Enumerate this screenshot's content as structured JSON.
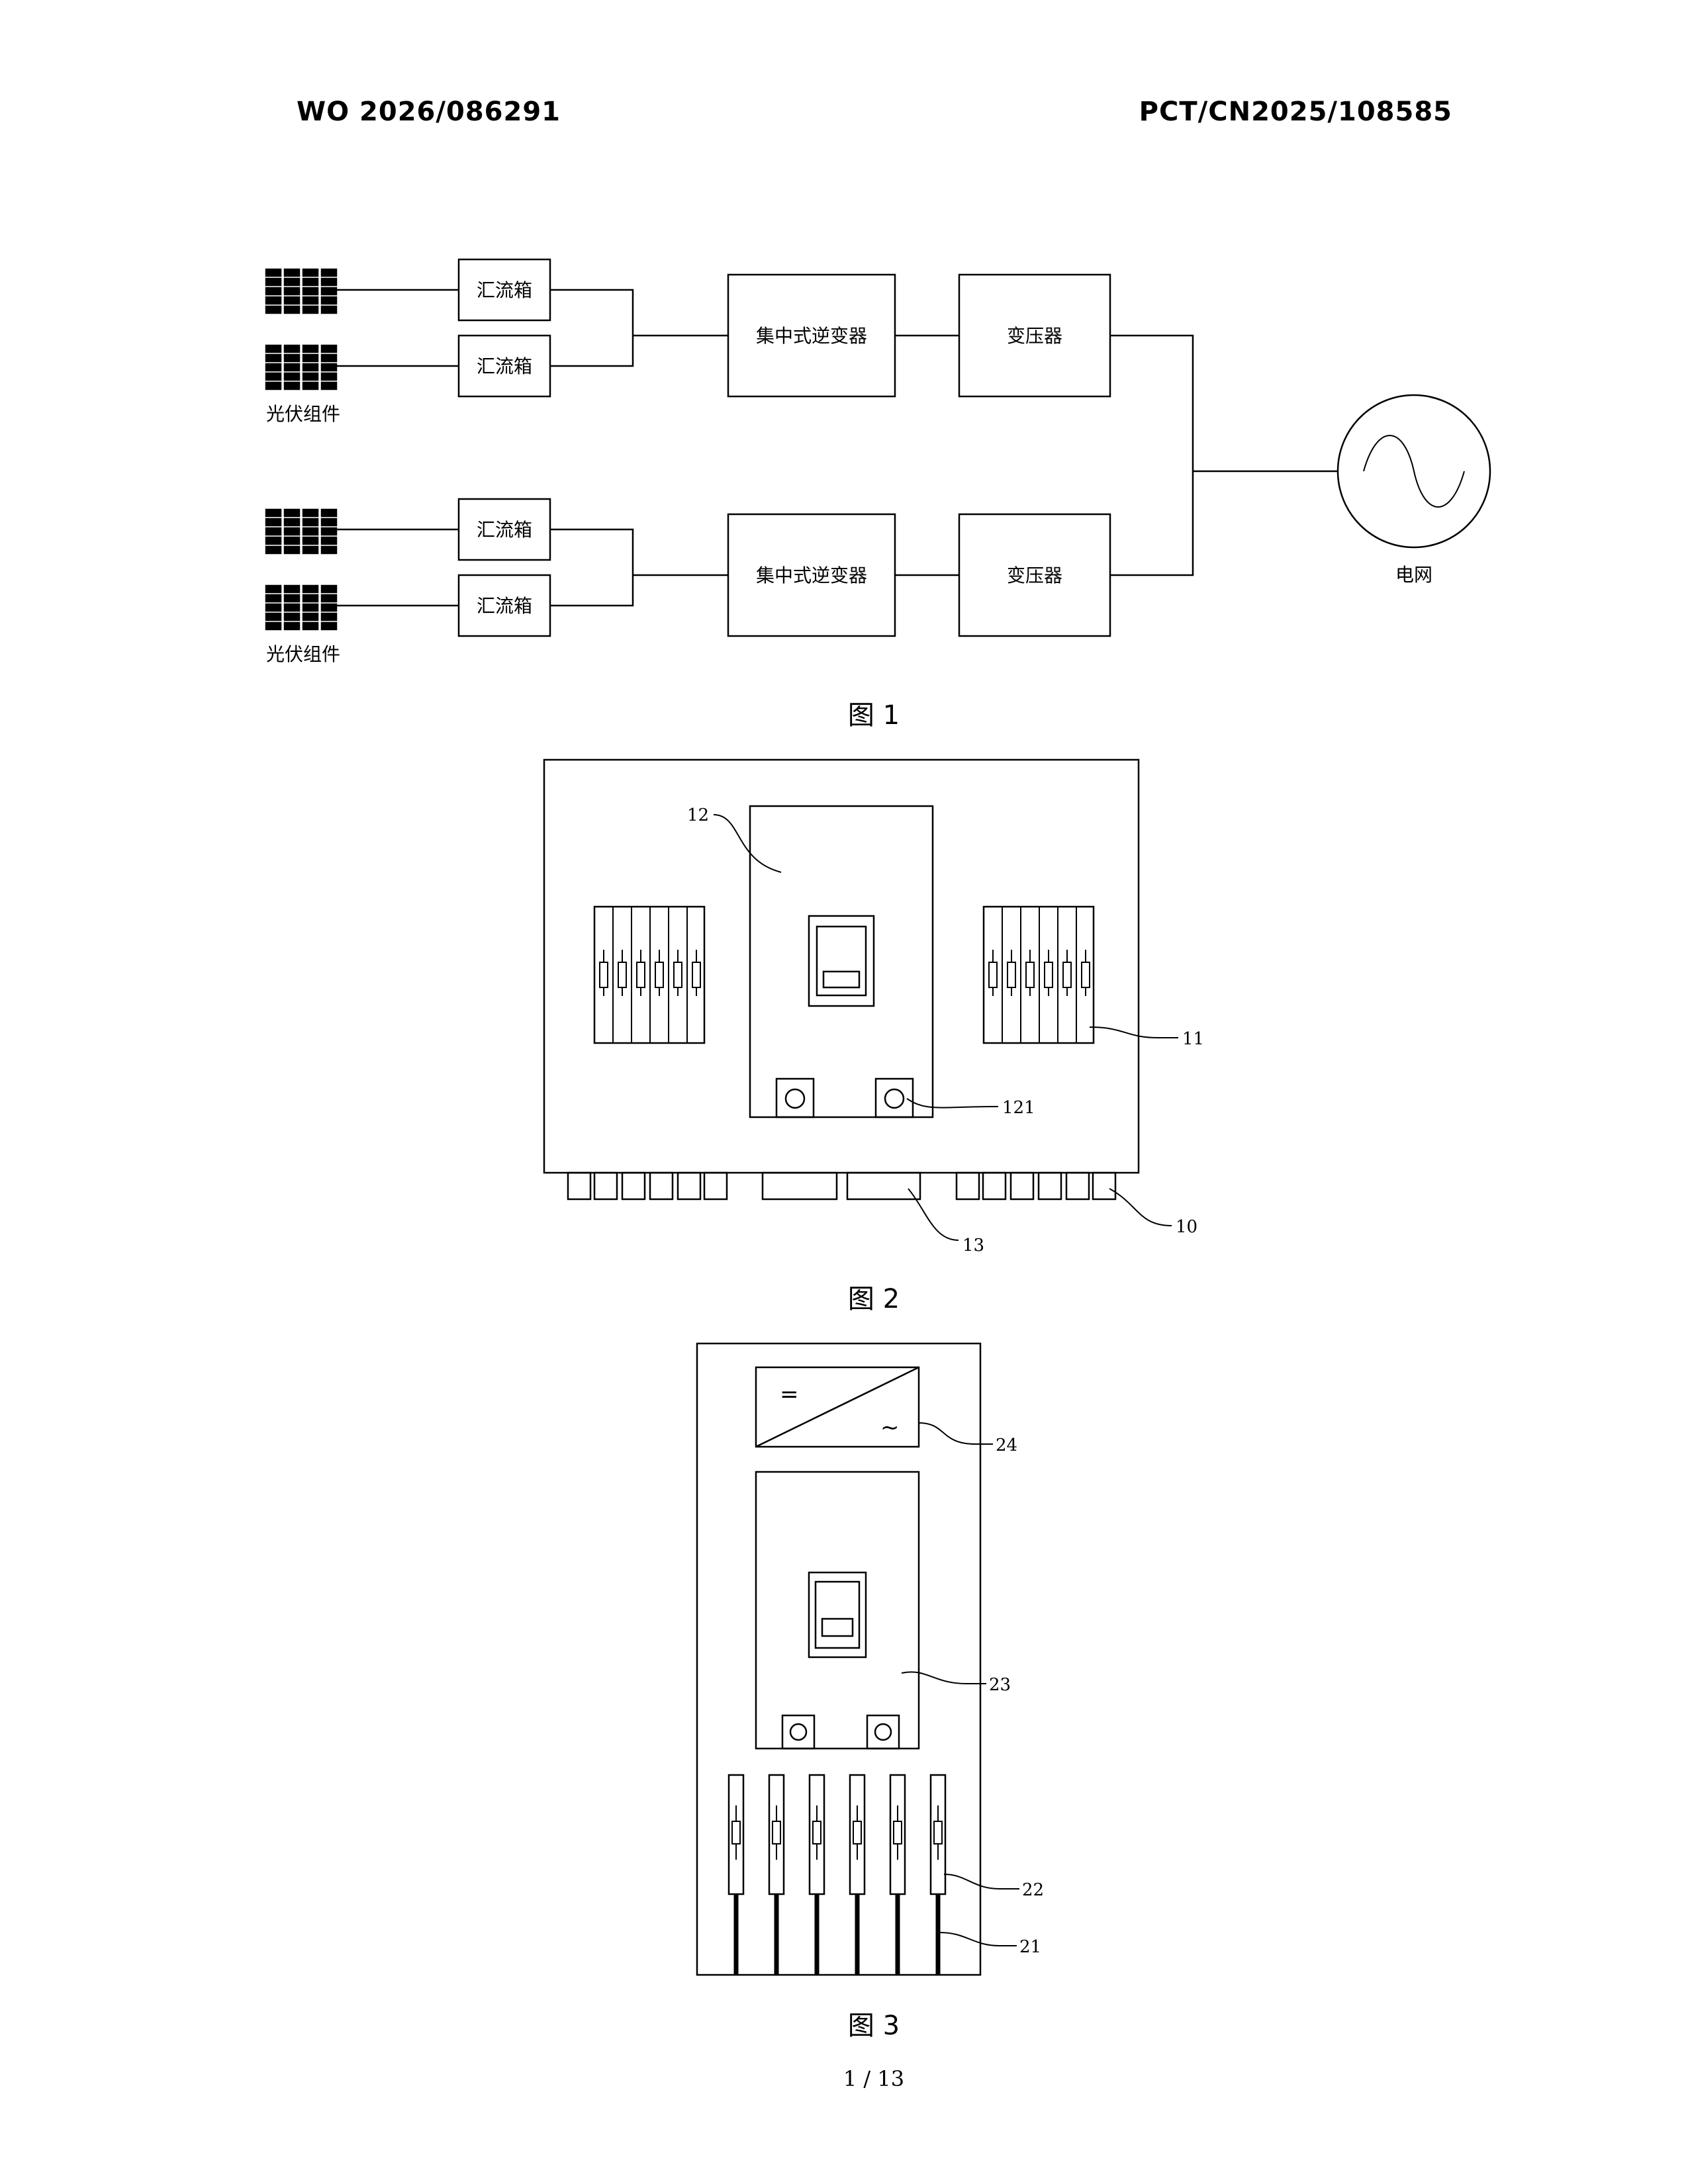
{
  "header": {
    "left": "WO 2026/086291",
    "right": "PCT/CN2025/108585"
  },
  "fig1": {
    "combiner_box": "汇流箱",
    "inverter": "集中式逆变器",
    "transformer": "变压器",
    "pv_module": "光伏组件",
    "grid": "电网",
    "caption": "图 1"
  },
  "fig2": {
    "labels": {
      "l12": "12",
      "l11": "11",
      "l121": "121",
      "l13": "13",
      "l10": "10"
    },
    "caption": "图 2"
  },
  "fig3": {
    "symbol_dc": "=",
    "symbol_ac": "~",
    "labels": {
      "l24": "24",
      "l23": "23",
      "l22": "22",
      "l21": "21"
    },
    "caption": "图 3"
  },
  "footer": {
    "page": "1 / 13"
  }
}
